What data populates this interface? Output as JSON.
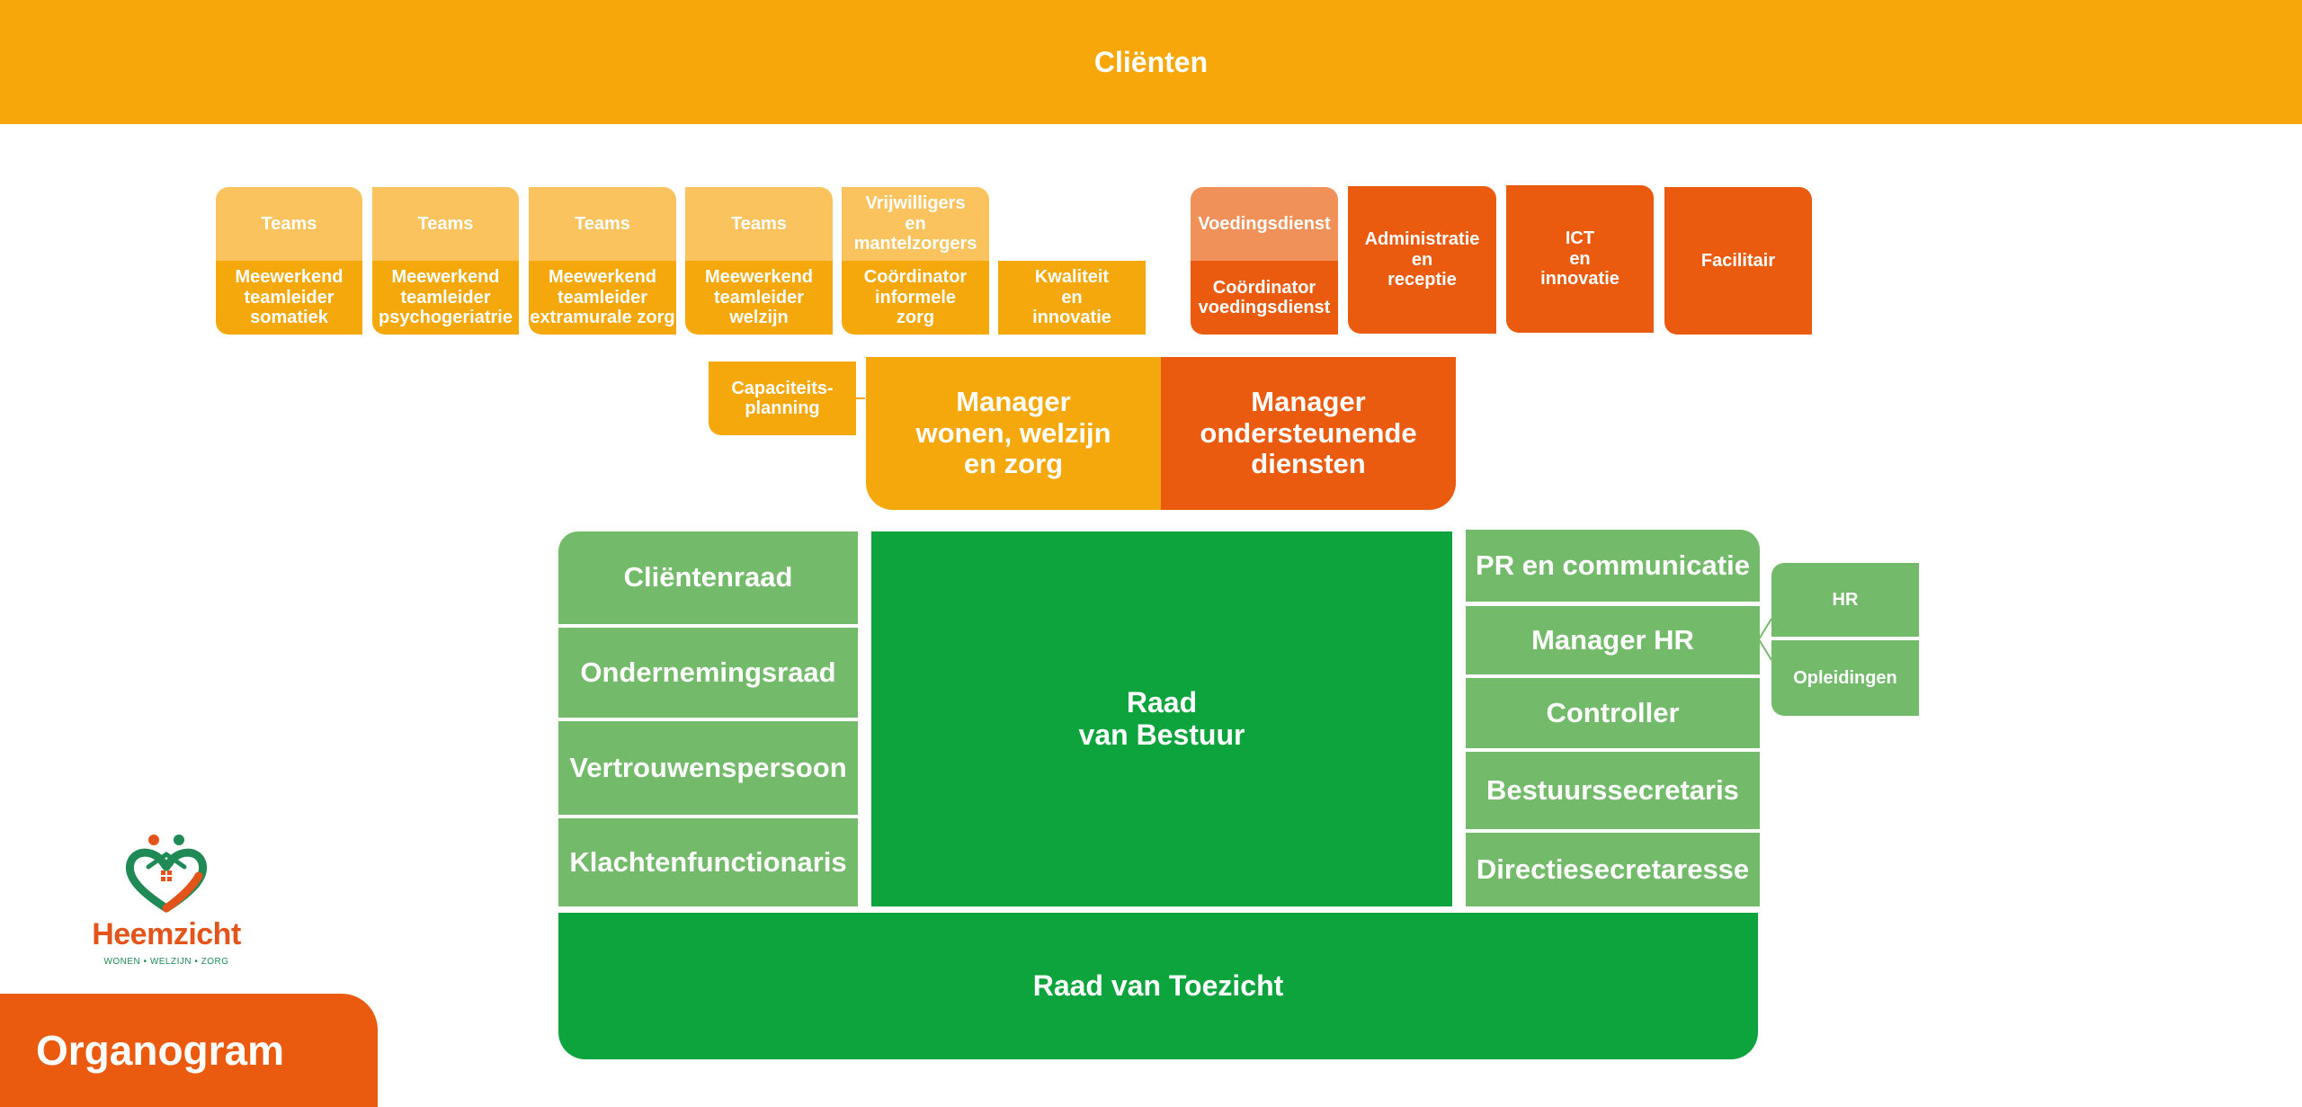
{
  "header": {
    "title": "Cliënten"
  },
  "teams": [
    {
      "top": "Teams",
      "bottom": "Meewerkend\nteamleider\nsomatiek"
    },
    {
      "top": "Teams",
      "bottom": "Meewerkend\nteamleider\npsychogeriatrie"
    },
    {
      "top": "Teams",
      "bottom": "Meewerkend\nteamleider\nextramurale zorg"
    },
    {
      "top": "Teams",
      "bottom": "Meewerkend\nteamleider\nwelzijn"
    },
    {
      "top": "Vrijwilligers\nen\nmantelzorgers",
      "bottom": "Coördinator\ninformele\nzorg"
    }
  ],
  "kwaliteit": "Kwaliteit\nen\ninnovatie",
  "voeding": {
    "top": "Voedingsdienst",
    "bottom": "Coördinator\nvoedingsdienst"
  },
  "support_units": [
    "Administratie\nen\nreceptie",
    "ICT\nen\ninnovatie",
    "Facilitair"
  ],
  "capaciteit": "Capaciteits-\nplanning",
  "managers": {
    "wwz": "Manager\nwonen, welzijn\nen zorg",
    "od": "Manager\nondersteunende\ndiensten"
  },
  "left_councils": [
    "Cliëntenraad",
    "Ondernemingsraad",
    "Vertrouwenspersoon",
    "Klachtenfunctionaris"
  ],
  "board": "Raad\nvan Bestuur",
  "right_staff": [
    "PR en communicatie",
    "Manager HR",
    "Controller",
    "Bestuurssecretaris",
    "Directiesecretaresse"
  ],
  "hr_units": [
    "HR",
    "Opleidingen"
  ],
  "supervisory": "Raad van Toezicht",
  "logo": {
    "name": "Heemzicht",
    "tagline": "WONEN • WELZIJN • ZORG"
  },
  "page_label": "Organogram",
  "colors": {
    "header": "#f7a70a",
    "light_yellow": "#fbc35d",
    "yellow": "#f5a80c",
    "orange": "#ea5b10",
    "salmon": "#f0915a",
    "light_green": "#73bb6a",
    "green": "#0ea43d"
  }
}
